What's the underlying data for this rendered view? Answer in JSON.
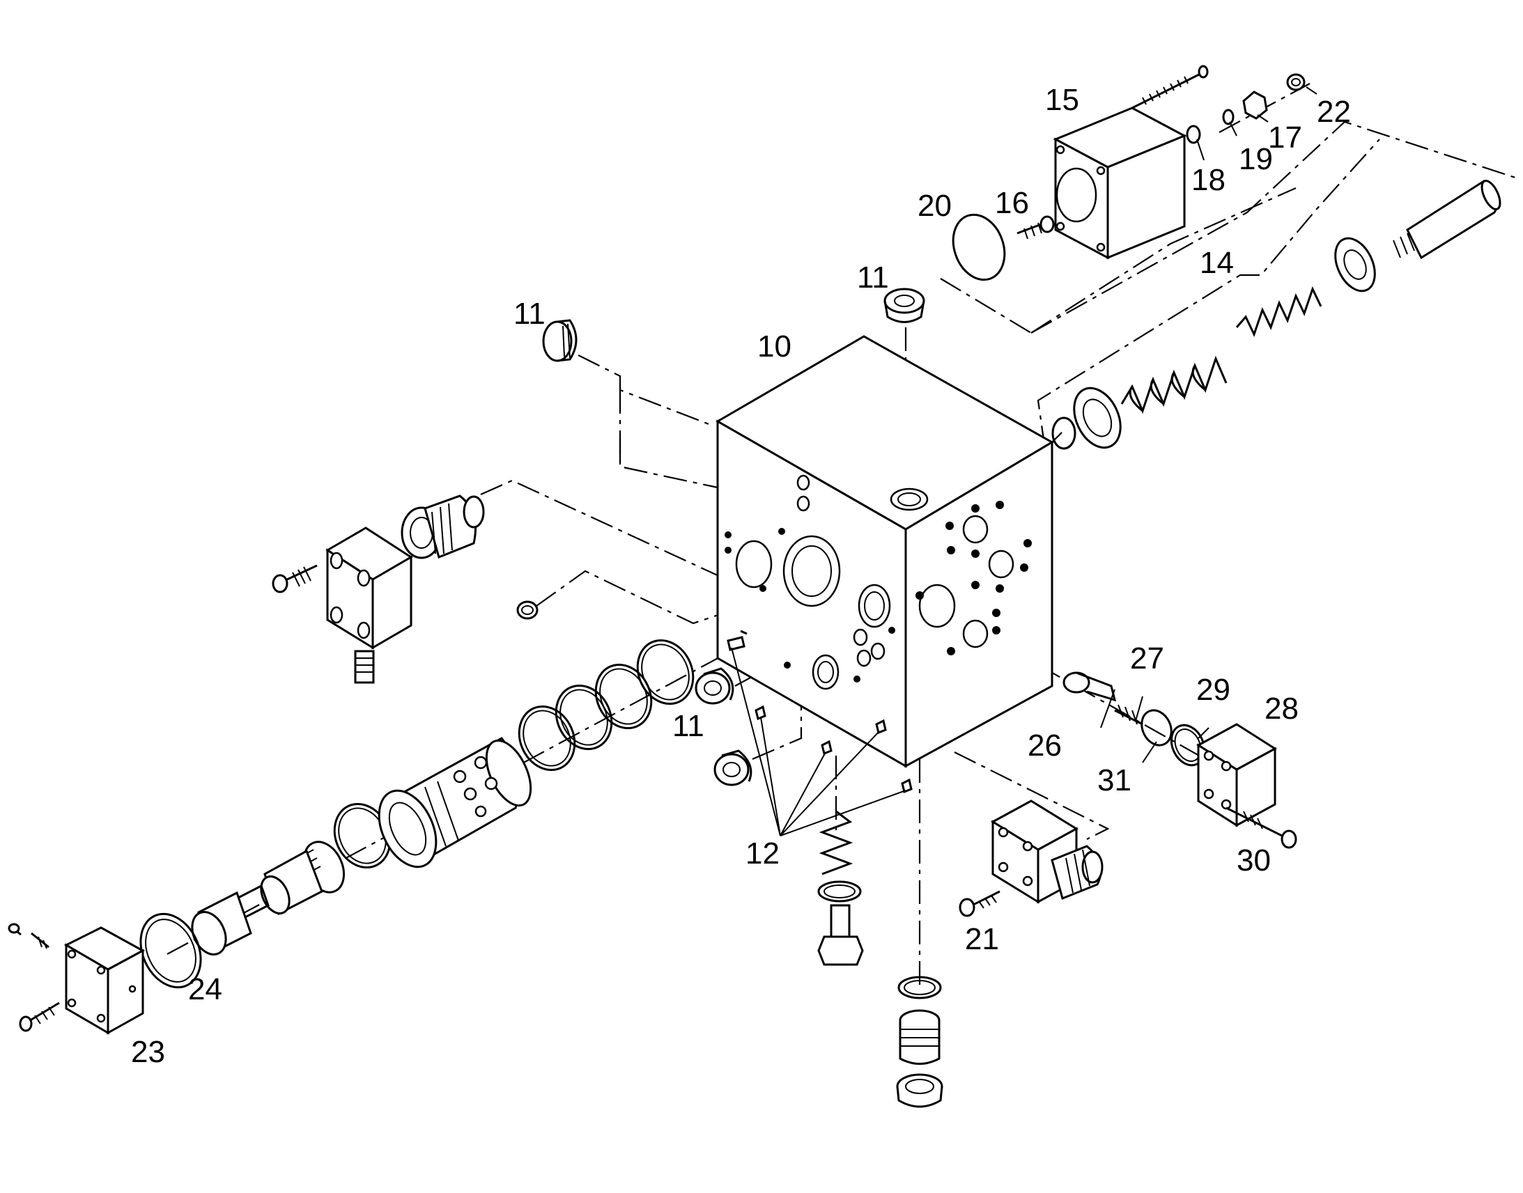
{
  "diagram": {
    "labels": [
      {
        "id": "p10",
        "text": "10"
      },
      {
        "id": "p11a",
        "text": "11"
      },
      {
        "id": "p11b",
        "text": "11"
      },
      {
        "id": "p11c",
        "text": "11"
      },
      {
        "id": "p12",
        "text": "12"
      },
      {
        "id": "p14",
        "text": "14"
      },
      {
        "id": "p15",
        "text": "15"
      },
      {
        "id": "p16",
        "text": "16"
      },
      {
        "id": "p17",
        "text": "17"
      },
      {
        "id": "p18",
        "text": "18"
      },
      {
        "id": "p19",
        "text": "19"
      },
      {
        "id": "p20",
        "text": "20"
      },
      {
        "id": "p21",
        "text": "21"
      },
      {
        "id": "p22",
        "text": "22"
      },
      {
        "id": "p23",
        "text": "23"
      },
      {
        "id": "p24",
        "text": "24"
      },
      {
        "id": "p26",
        "text": "26"
      },
      {
        "id": "p27",
        "text": "27"
      },
      {
        "id": "p28",
        "text": "28"
      },
      {
        "id": "p29",
        "text": "29"
      },
      {
        "id": "p30",
        "text": "30"
      },
      {
        "id": "p31",
        "text": "31"
      }
    ]
  }
}
